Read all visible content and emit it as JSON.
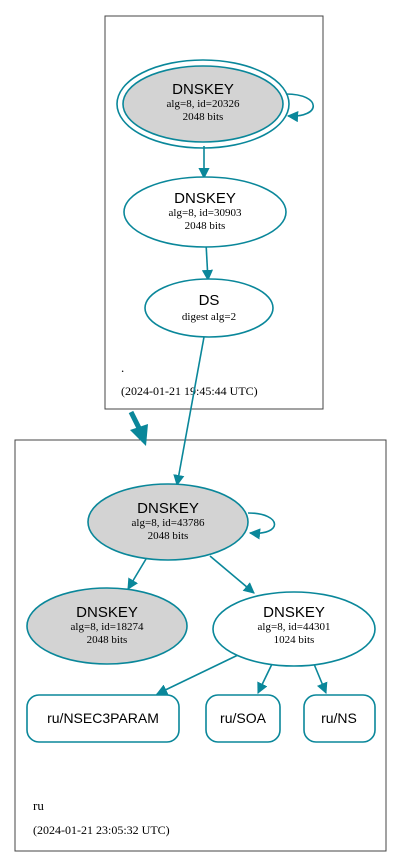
{
  "zones": {
    "root": {
      "name": ".",
      "timestamp": "(2024-01-21 19:45:44 UTC)"
    },
    "ru": {
      "name": "ru",
      "timestamp": "(2024-01-21 23:05:32 UTC)"
    }
  },
  "nodes": {
    "root_ksk": {
      "title": "DNSKEY",
      "line1": "alg=8, id=20326",
      "line2": "2048 bits"
    },
    "root_zsk": {
      "title": "DNSKEY",
      "line1": "alg=8, id=30903",
      "line2": "2048 bits"
    },
    "root_ds": {
      "title": "DS",
      "line1": "digest alg=2"
    },
    "ru_ksk": {
      "title": "DNSKEY",
      "line1": "alg=8, id=43786",
      "line2": "2048 bits"
    },
    "ru_key2": {
      "title": "DNSKEY",
      "line1": "alg=8, id=18274",
      "line2": "2048 bits"
    },
    "ru_zsk": {
      "title": "DNSKEY",
      "line1": "alg=8, id=44301",
      "line2": "1024 bits"
    },
    "rr_nsec3param": {
      "label": "ru/NSEC3PARAM"
    },
    "rr_soa": {
      "label": "ru/SOA"
    },
    "rr_ns": {
      "label": "ru/NS"
    }
  },
  "colors": {
    "edge": "#0a879a",
    "node_stroke": "#0a879a",
    "signing_key_fill": "#d3d3d3",
    "zone_border": "#444444",
    "text": "#000000"
  }
}
